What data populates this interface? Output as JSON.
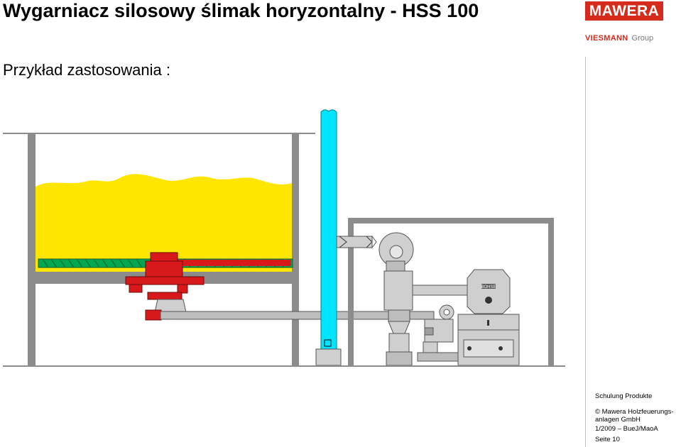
{
  "header": {
    "title": "Wygarniacz silosowy ślimak horyzontalny   - HSS 100",
    "subtitle": "Przykład zastosowania :"
  },
  "logos": {
    "brand": "MAWERA",
    "group_brand": "VIESMANN",
    "group_suffix": "Group"
  },
  "footer": {
    "line1": "Schulung Produkte",
    "line2": "© Mawera Holzfeuerungs-",
    "line3": "anlagen GmbH",
    "line4": "1/2009 – BueJ/MaoA",
    "line5": "Seite 10"
  },
  "diagram": {
    "boiler_badge": "BOHSE"
  },
  "colors": {
    "fuel": "#ffe600",
    "conveyor": "#00a651",
    "drive": "#d7191c",
    "chimney": "#00e5ff",
    "structure": "#8c8c8c",
    "brand_red": "#d62a1c"
  }
}
